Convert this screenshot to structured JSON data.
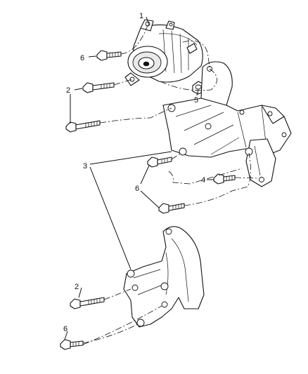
{
  "diagram": {
    "callouts": {
      "c1": "1",
      "c2_upper": "2",
      "c2_lower": "2",
      "c3": "3",
      "c4": "4",
      "c5": "5",
      "c6_top": "6",
      "c6_middle": "6",
      "c6_bottom": "6"
    },
    "parts": {
      "generator": "generator-icon",
      "upper_bracket": "mounting-bracket-icon",
      "lower_bracket": "support-bracket-icon",
      "bolt": "bolt-icon",
      "nut": "nut-icon"
    }
  }
}
